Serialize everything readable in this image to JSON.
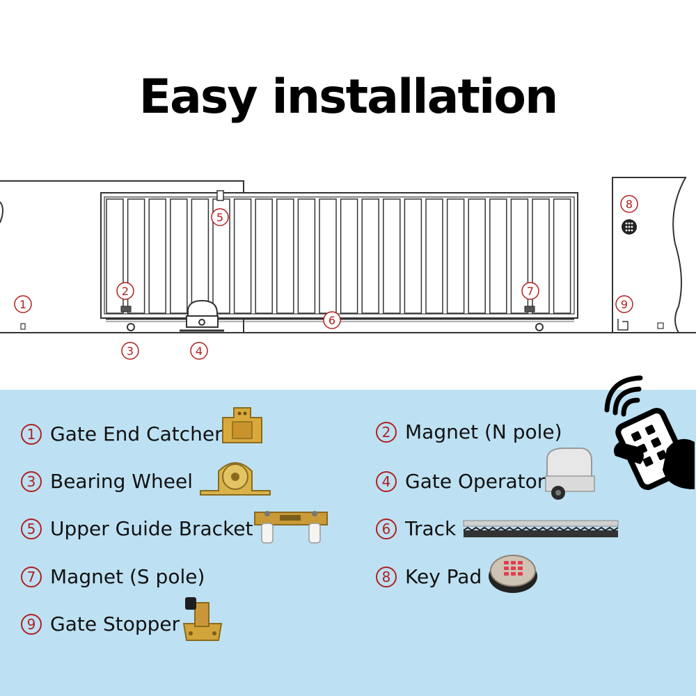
{
  "title": "Easy installation",
  "diagram": {
    "callouts": [
      "1",
      "2",
      "3",
      "4",
      "5",
      "6",
      "7",
      "8",
      "9"
    ]
  },
  "legend": [
    {
      "num": "1",
      "label": "Gate End Catcher"
    },
    {
      "num": "2",
      "label": "Magnet (N pole)"
    },
    {
      "num": "3",
      "label": "Bearing Wheel"
    },
    {
      "num": "4",
      "label": "Gate Operator"
    },
    {
      "num": "5",
      "label": "Upper Guide Bracket"
    },
    {
      "num": "6",
      "label": "Track"
    },
    {
      "num": "7",
      "label": "Magnet (S pole)"
    },
    {
      "num": "8",
      "label": "Key Pad"
    },
    {
      "num": "9",
      "label": "Gate Stopper"
    }
  ],
  "colors": {
    "callout": "#b02020",
    "panel": "#bde1f3",
    "line": "#333333"
  },
  "icons": [
    "wifi-icon",
    "remote-control-icon"
  ]
}
